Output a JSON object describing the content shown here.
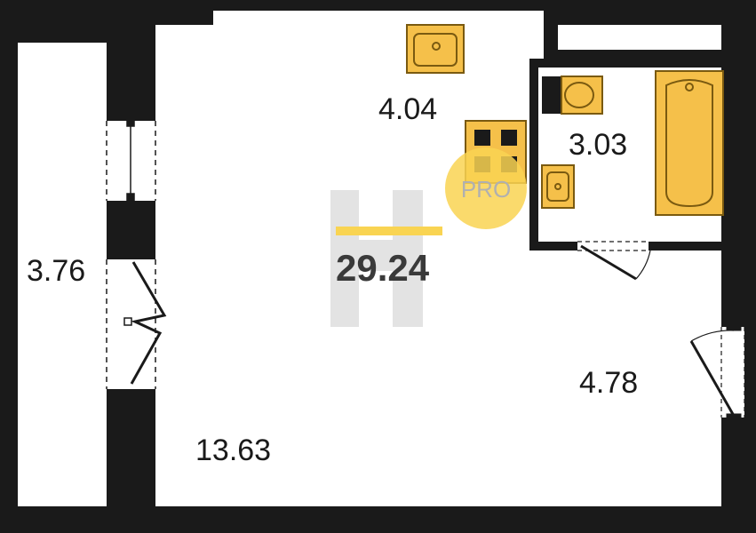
{
  "plan": {
    "total_area": "29.24",
    "rooms": {
      "living": "13.63",
      "loggia": "3.76",
      "kitchen": "4.04",
      "bathroom": "3.03",
      "hallway": "4.78"
    }
  },
  "watermark": {
    "label": "PRO"
  },
  "colors": {
    "wall": "#1a1a1a",
    "fixture_fill": "#f5c04a",
    "fixture_stroke": "#7a5a10",
    "watermark_circle": "#f9d452",
    "total_bar": "#f9d452",
    "watermark_letter": "#e2e2e2"
  }
}
